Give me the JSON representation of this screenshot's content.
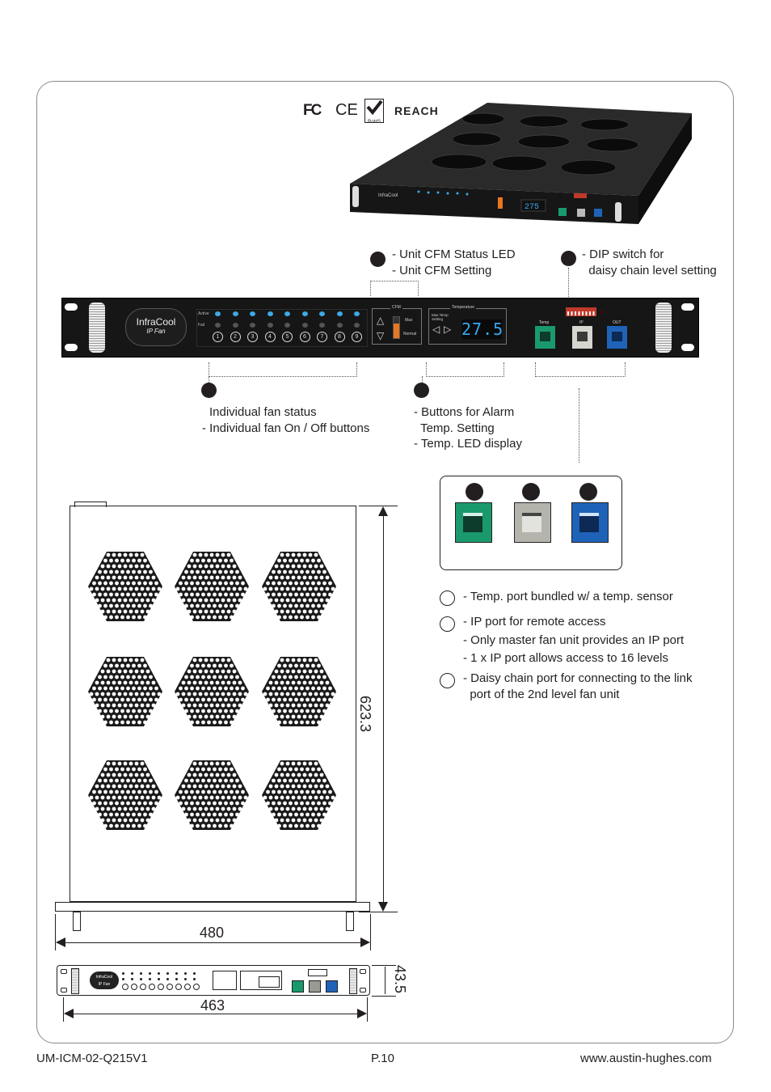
{
  "certifications": {
    "fc": "FC",
    "ce": "CE",
    "rohs": "RoHS",
    "reach": "REACH"
  },
  "panel": {
    "brand": "InfraCool",
    "model": "IP Fan",
    "row_active": "Active",
    "row_fail": "Fail",
    "fan_numbers": [
      "1",
      "2",
      "3",
      "4",
      "5",
      "6",
      "7",
      "8",
      "9"
    ],
    "cfm_title": "CFM",
    "cfm_max": "Max",
    "cfm_normal": "Normal",
    "temperature_title": "Temperature",
    "max_temp_setting": "Max Temp Setting",
    "led_value": "27.5",
    "port_temp": "Temp",
    "port_ip": "IP",
    "port_out": "OUT"
  },
  "callouts": {
    "cfm": "- Unit CFM Status LED\n- Unit CFM Setting",
    "dip": "- DIP switch for\n  daisy chain level setting",
    "fans": "Individual fan status\n- Individual fan On / Off buttons",
    "temp": "- Buttons for Alarm\n  Temp. Setting\n- Temp. LED display"
  },
  "legend": [
    {
      "text": "- Temp. port bundled w/ a temp. sensor"
    },
    {
      "text": "- IP port for remote access\n- Only master fan unit provides an IP port\n- 1 x IP port allows access to 16 levels"
    },
    {
      "text": "- Daisy chain port for connecting to the link\n  port of the 2nd level fan unit"
    }
  ],
  "dimensions": {
    "depth": "623.3",
    "width_top": "480",
    "height_front": "43.5",
    "width_front": "463"
  },
  "footer": {
    "doc_code": "UM-ICM-02-Q215V1",
    "page": "P.10",
    "website": "www.austin-hughes.com"
  },
  "colors": {
    "temp_port": "#1a9a6c",
    "ip_port": "#9a9a94",
    "out_port": "#1f63b8",
    "active_led": "#3fa9e6",
    "cfm_bar": "#e87722",
    "led_digits": "#38a8f0"
  }
}
